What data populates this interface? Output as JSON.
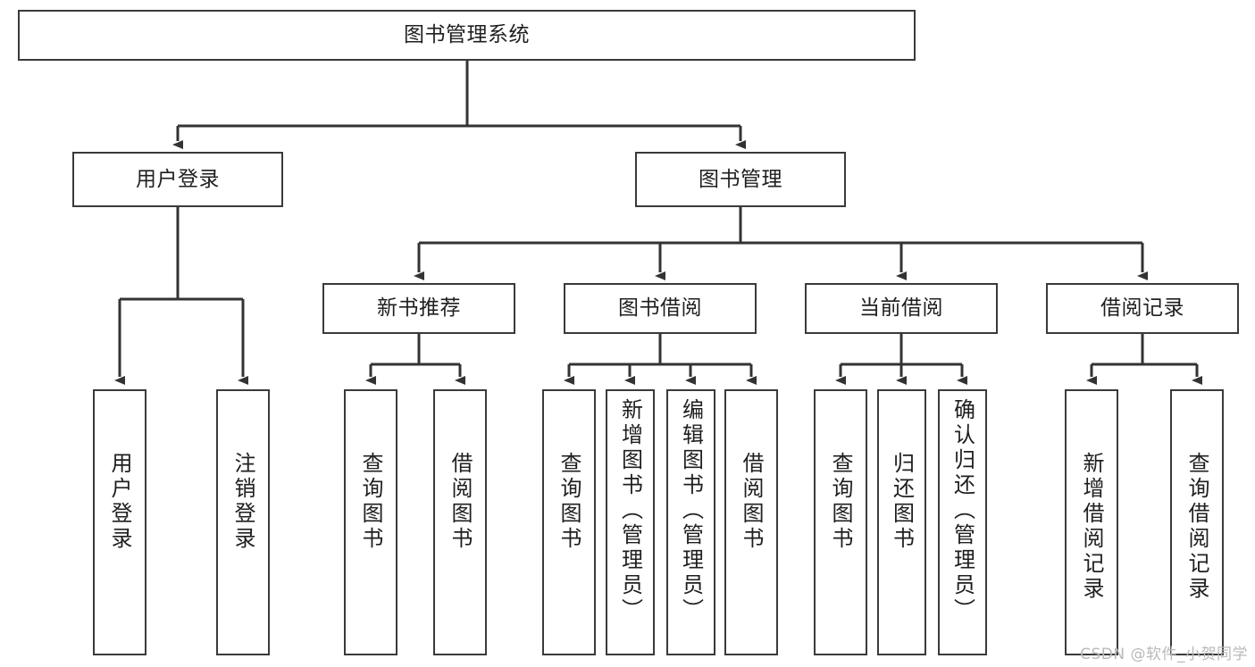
{
  "diagram": {
    "title": "图书管理系统",
    "type": "tree-hierarchy-diagram",
    "watermark": "CSDN @软件_小贺同学",
    "colors": {
      "background": "#ffffff",
      "box_border": "#3a3a3a",
      "edge": "#333333",
      "text": "#1f1f1f",
      "watermark": "#b9b9b9"
    },
    "root": {
      "label": "图书管理系统"
    },
    "level2": [
      {
        "label": "用户登录"
      },
      {
        "label": "图书管理"
      }
    ],
    "level3": [
      {
        "label": "新书推荐"
      },
      {
        "label": "图书借阅"
      },
      {
        "label": "当前借阅"
      },
      {
        "label": "借阅记录"
      }
    ],
    "leaves": {
      "user_login": [
        {
          "label": "用户登录"
        },
        {
          "label": "注销登录"
        }
      ],
      "new_book": [
        {
          "label": "查询图书"
        },
        {
          "label": "借阅图书"
        }
      ],
      "book_borrow": [
        {
          "label": "查询图书"
        },
        {
          "label": "新增图书（管理员）"
        },
        {
          "label": "编辑图书（管理员）"
        },
        {
          "label": "借阅图书"
        }
      ],
      "current_borrow": [
        {
          "label": "查询图书"
        },
        {
          "label": "归还图书"
        },
        {
          "label": "确认归还（管理员）"
        }
      ],
      "borrow_record": [
        {
          "label": "新增借阅记录"
        },
        {
          "label": "查询借阅记录"
        }
      ]
    }
  }
}
